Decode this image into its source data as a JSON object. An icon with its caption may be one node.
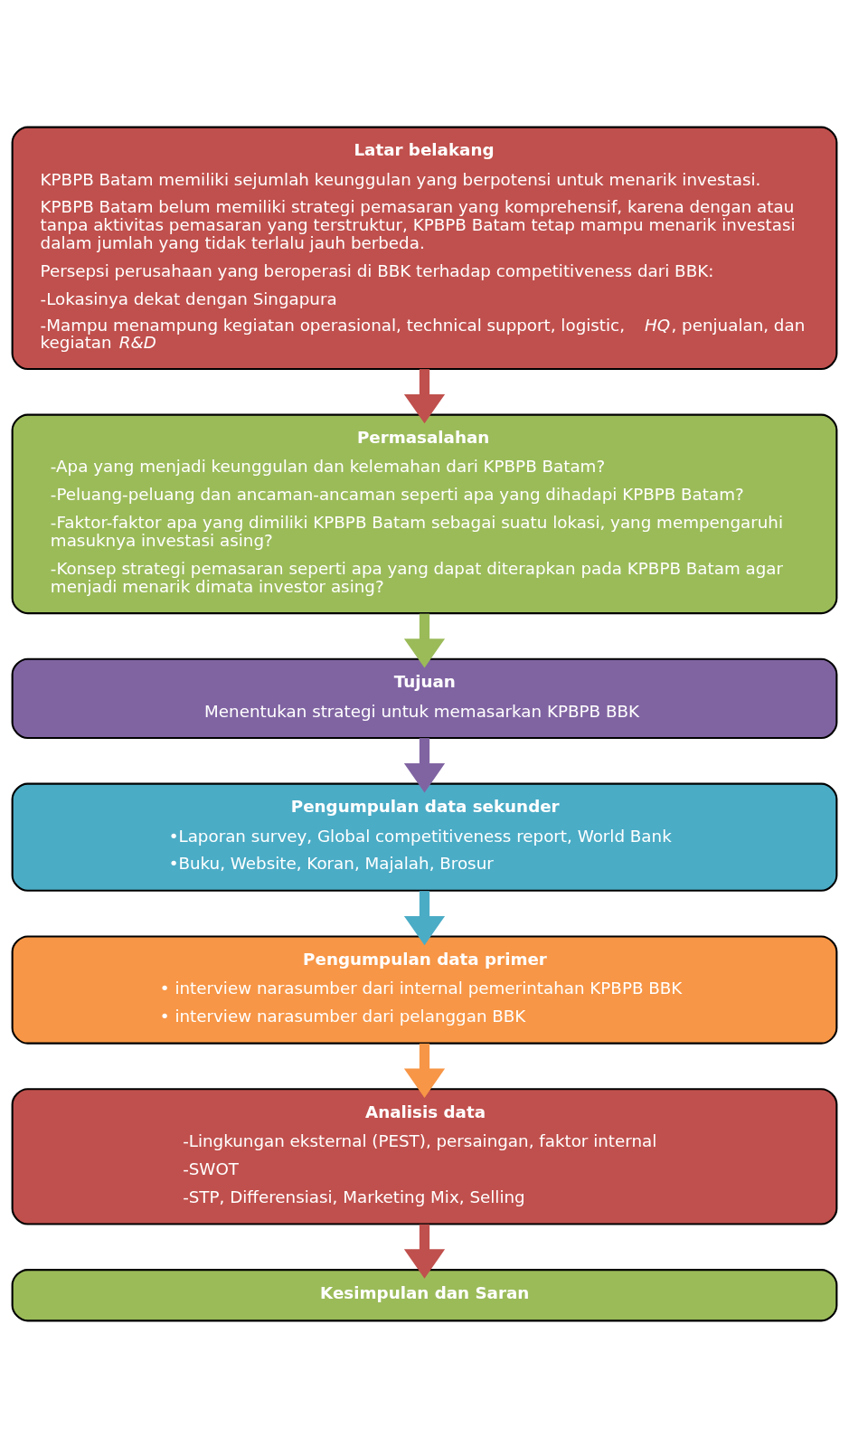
{
  "diagram": {
    "nodes": [
      {
        "text": [
          "Latar belakang",
          "KPBPB Batam memiliki sejumlah keunggulan yang berpotensi untuk menarik investasi.",
          "KPBPB Batam belum memiliki strategi pemasaran yang komprehensif, karena dengan atau tanpa aktivitas pemasaran yang terstruktur, KPBPB Batam tetap mampu menarik investasi dalam jumlah yang tidak terlalu jauh berbeda.",
          "Persepsi perusahaan yang beroperasi di BBK terhadap competitiveness dari BBK:",
          "-Lokasinya dekat dengan Singapura",
          "-Mampu menampung kegiatan operasional, technical support, logistic, *HQ*, penjualan, dan kegiatan *R&D*"
        ]
      },
      {
        "text": [
          "Permasalahan",
          "-Apa yang menjadi keunggulan dan kelemahan dari KPBPB Batam?",
          "-Peluang-peluang dan ancaman-ancaman seperti apa yang dihadapi KPBPB Batam?",
          "-Faktor-faktor apa yang dimiliki KPBPB Batam sebagai suatu lokasi, yang mempengaruhi masuknya investasi asing?",
          "-Konsep strategi pemasaran seperti apa yang dapat diterapkan pada KPBPB Batam agar menjadi menarik dimata investor asing?"
        ]
      },
      {
        "text": [
          "Tujuan",
          "Menentukan strategi untuk memasarkan KPBPB BBK"
        ]
      },
      {
        "text": [
          "Pengumpulan data sekunder",
          "•Laporan survey, Global competitiveness report, World Bank",
          "•Buku, Website, Koran, Majalah, Brosur"
        ]
      },
      {
        "text": [
          "Pengumpulan data primer",
          "• interview narasumber dari internal pemerintahan KPBPB BBK",
          "• interview narasumber dari pelanggan BBK"
        ]
      },
      {
        "text": [
          "Analisis data",
          "-Lingkungan eksternal (PEST), persaingan, faktor internal",
          "-SWOT",
          "-STP, Differensiasi, Marketing Mix, Selling"
        ]
      },
      {
        "text": [
          "Kesimpulan dan Saran"
        ]
      }
    ],
    "edges": [
      {
        "from": 0,
        "to": 1,
        "arrow": "to",
        "color": "#c0504d"
      },
      {
        "from": 1,
        "to": 2,
        "arrow": "to",
        "color": "#9bbb59"
      },
      {
        "from": 2,
        "to": 3,
        "arrow": "to",
        "color": "#8064a2"
      },
      {
        "from": 3,
        "to": 4,
        "arrow": "to",
        "color": "#4bacc6"
      },
      {
        "from": 4,
        "to": 5,
        "arrow": "to",
        "color": "#f79646"
      },
      {
        "from": 5,
        "to": 6,
        "arrow": "to",
        "color": "#c0504d"
      }
    ]
  }
}
